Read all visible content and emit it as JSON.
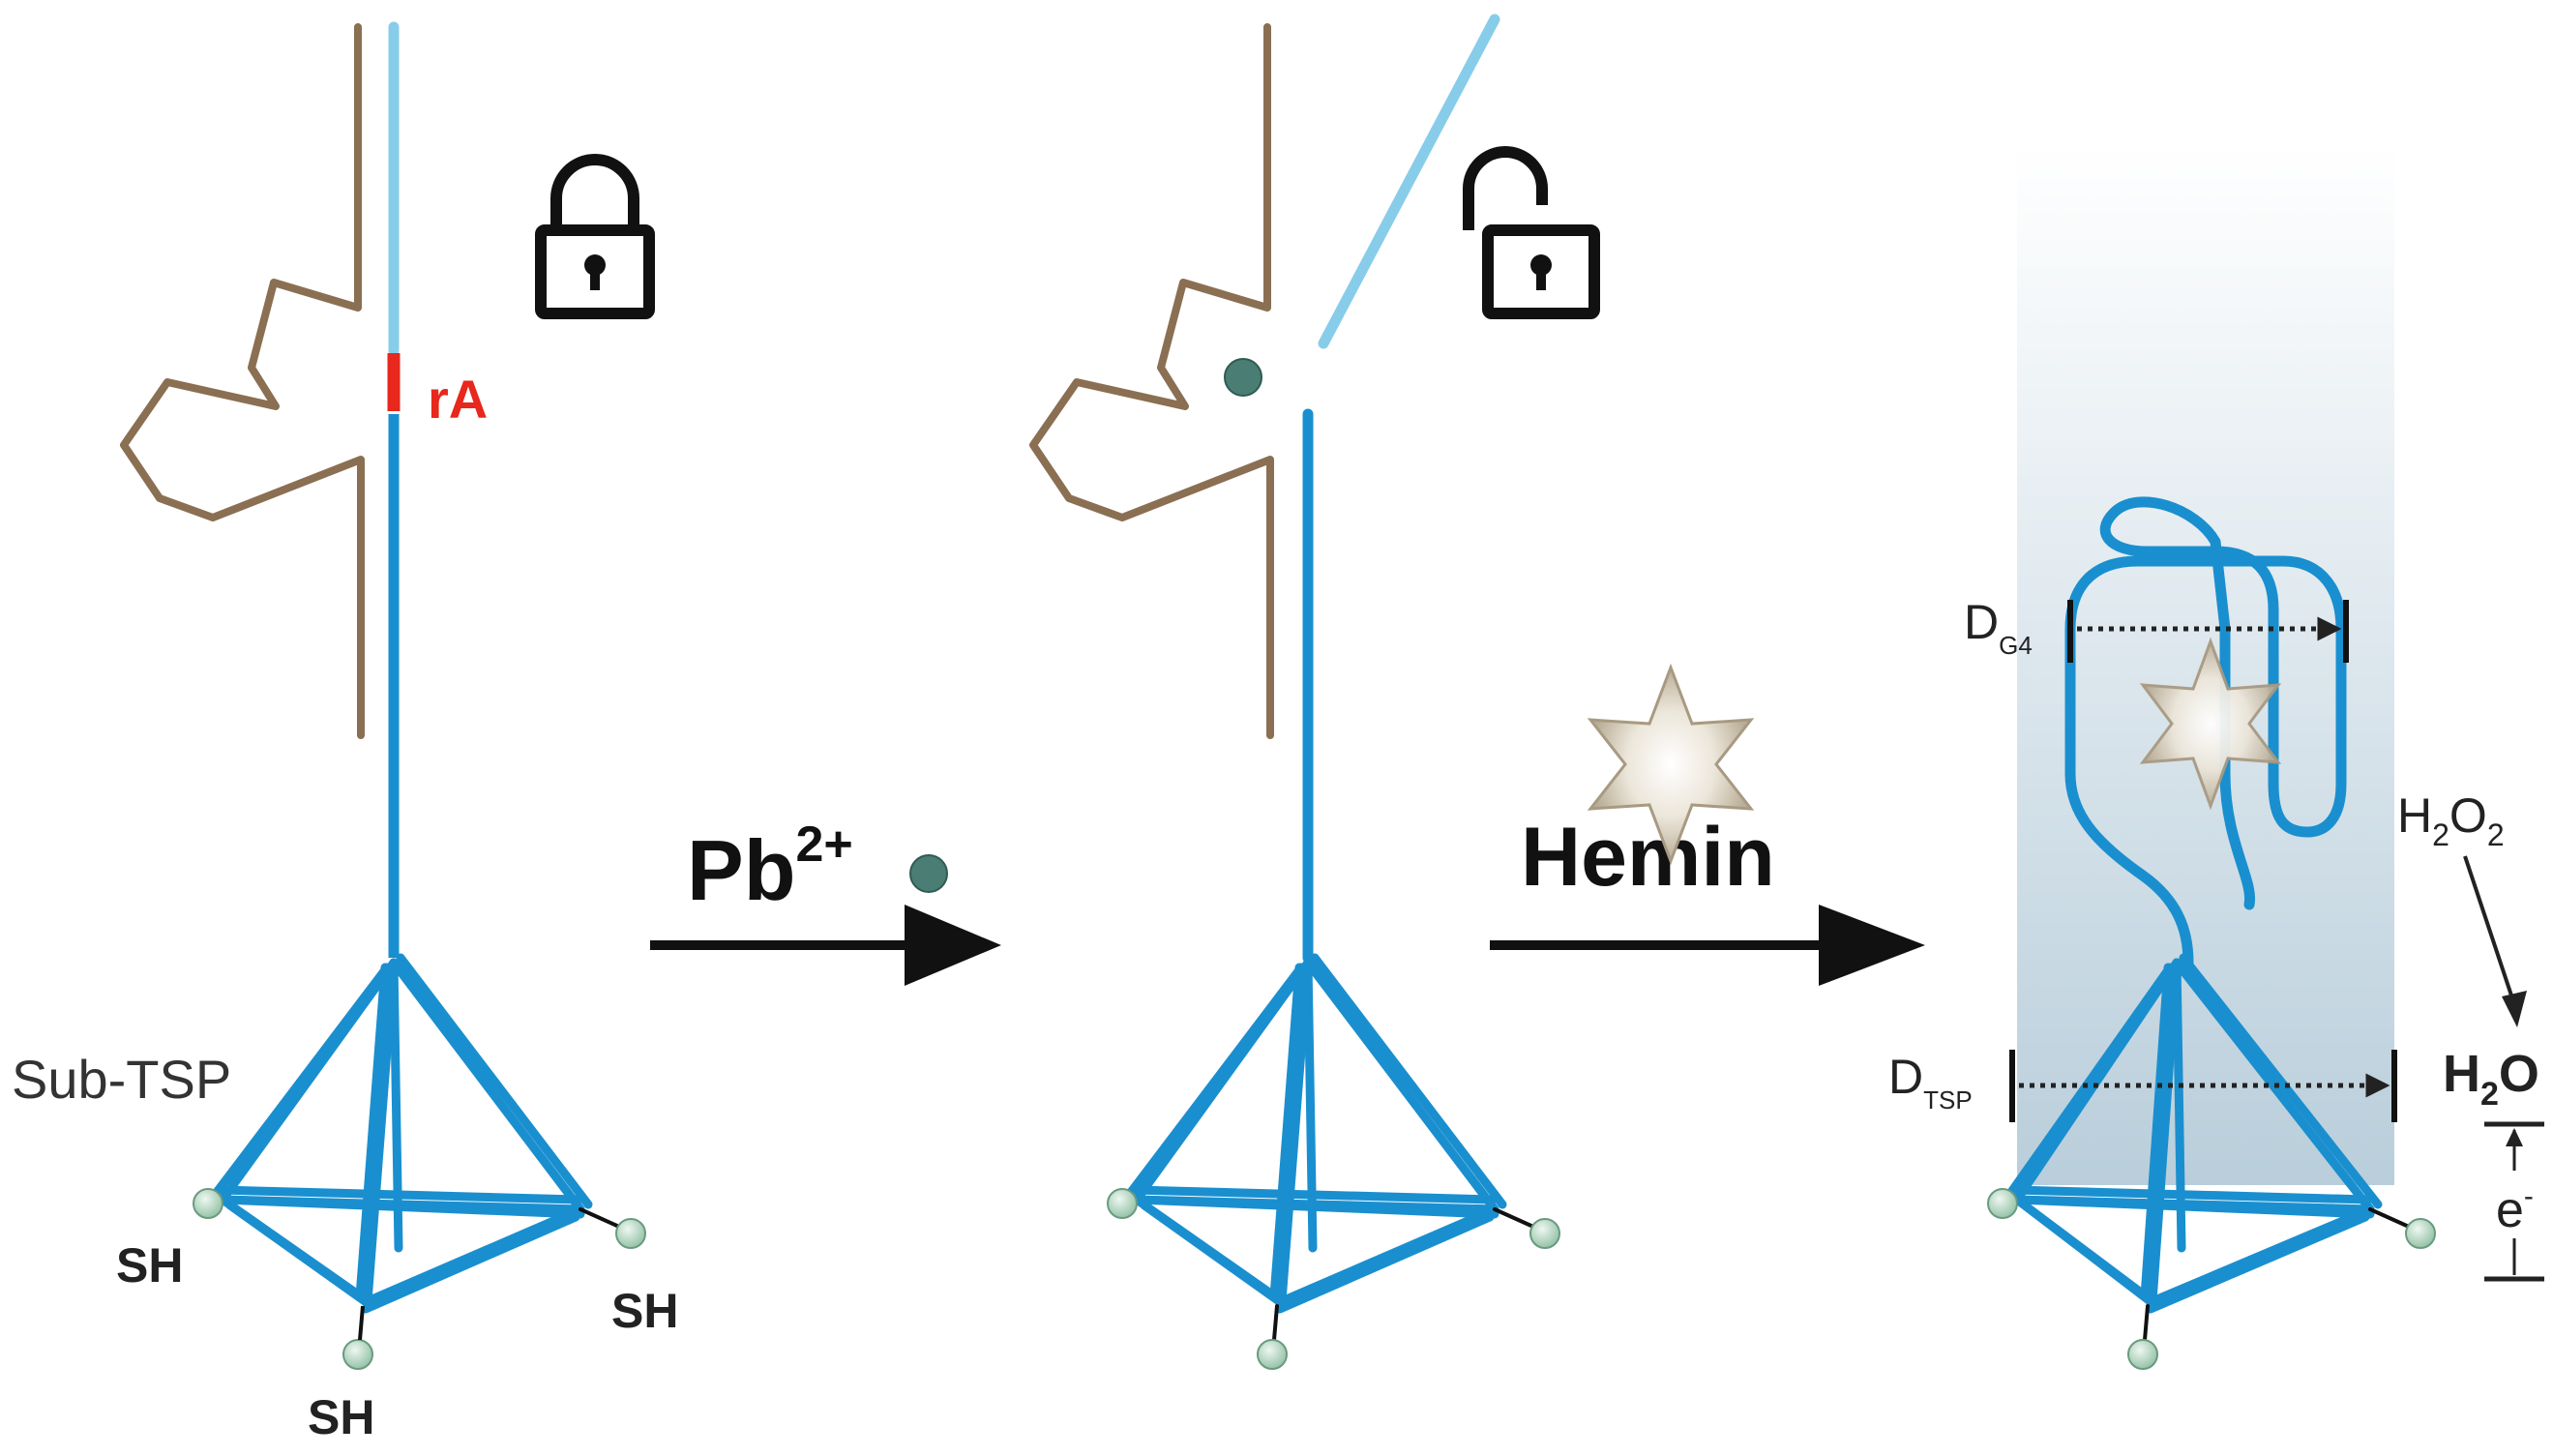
{
  "labels": {
    "ra": "rA",
    "pb": "Pb",
    "pb_charge": "2+",
    "hemin": "Hemin",
    "sub_tsp": "Sub-TSP",
    "sh": "SH",
    "d": "D",
    "g4_sub": "G4",
    "tsp_sub": "TSP",
    "h2o2_h": "H",
    "h2o2_2a": "2",
    "h2o2_o": "O",
    "h2o2_2b": "2",
    "h2o_h": "H",
    "h2o_2": "2",
    "h2o_o": "O",
    "e": "e",
    "e_sup": "-"
  },
  "colors": {
    "dna_blue": "#1a8fcf",
    "light_blue": "#87cdea",
    "enzyme_brown": "#8a6f52",
    "cleavage_red": "#e8271d",
    "pb_ion": "#4a7d74",
    "gold_bead": "#b8dcc8",
    "arrow": "#111111",
    "panel_gradient_top": "#ffffff",
    "panel_gradient_bottom": "#b9cedb"
  },
  "icons": [
    "lock-closed-icon",
    "lock-open-icon",
    "hemin-star-icon",
    "pb-ion-icon"
  ]
}
